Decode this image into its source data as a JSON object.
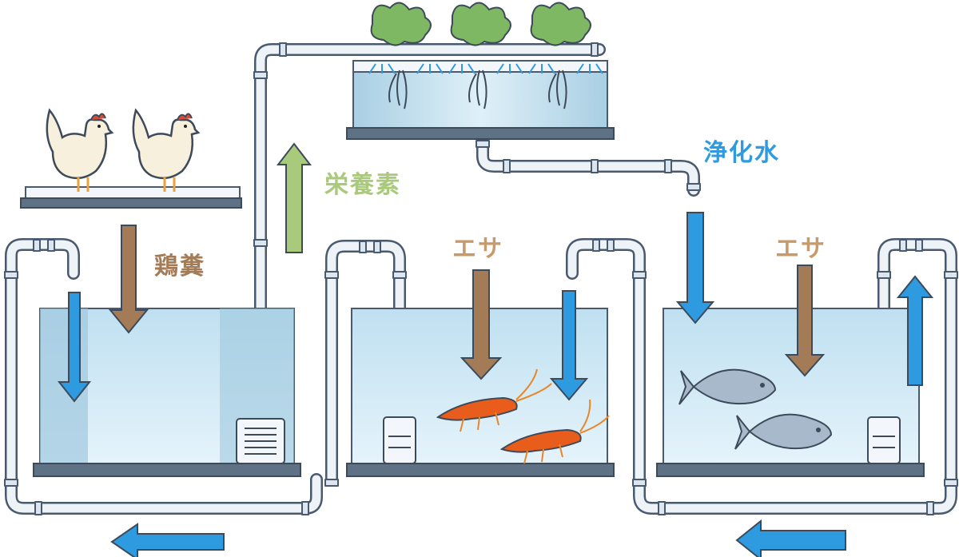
{
  "labels": {
    "chicken_manure": "鶏糞",
    "nutrients": "栄養素",
    "purified_water": "浄化水",
    "feed_shrimp": "エサ",
    "feed_fish": "エサ"
  },
  "colors": {
    "water_blue": "#2e9be0",
    "manure_brown": "#a37b57",
    "nutrient_green": "#a9c97b",
    "feed_tan": "#c89a6a",
    "tank_water": "#cde9f5",
    "pipe": "#eef3f8",
    "shrimp": "#e85d1c",
    "fish": "#a9b9cc"
  }
}
